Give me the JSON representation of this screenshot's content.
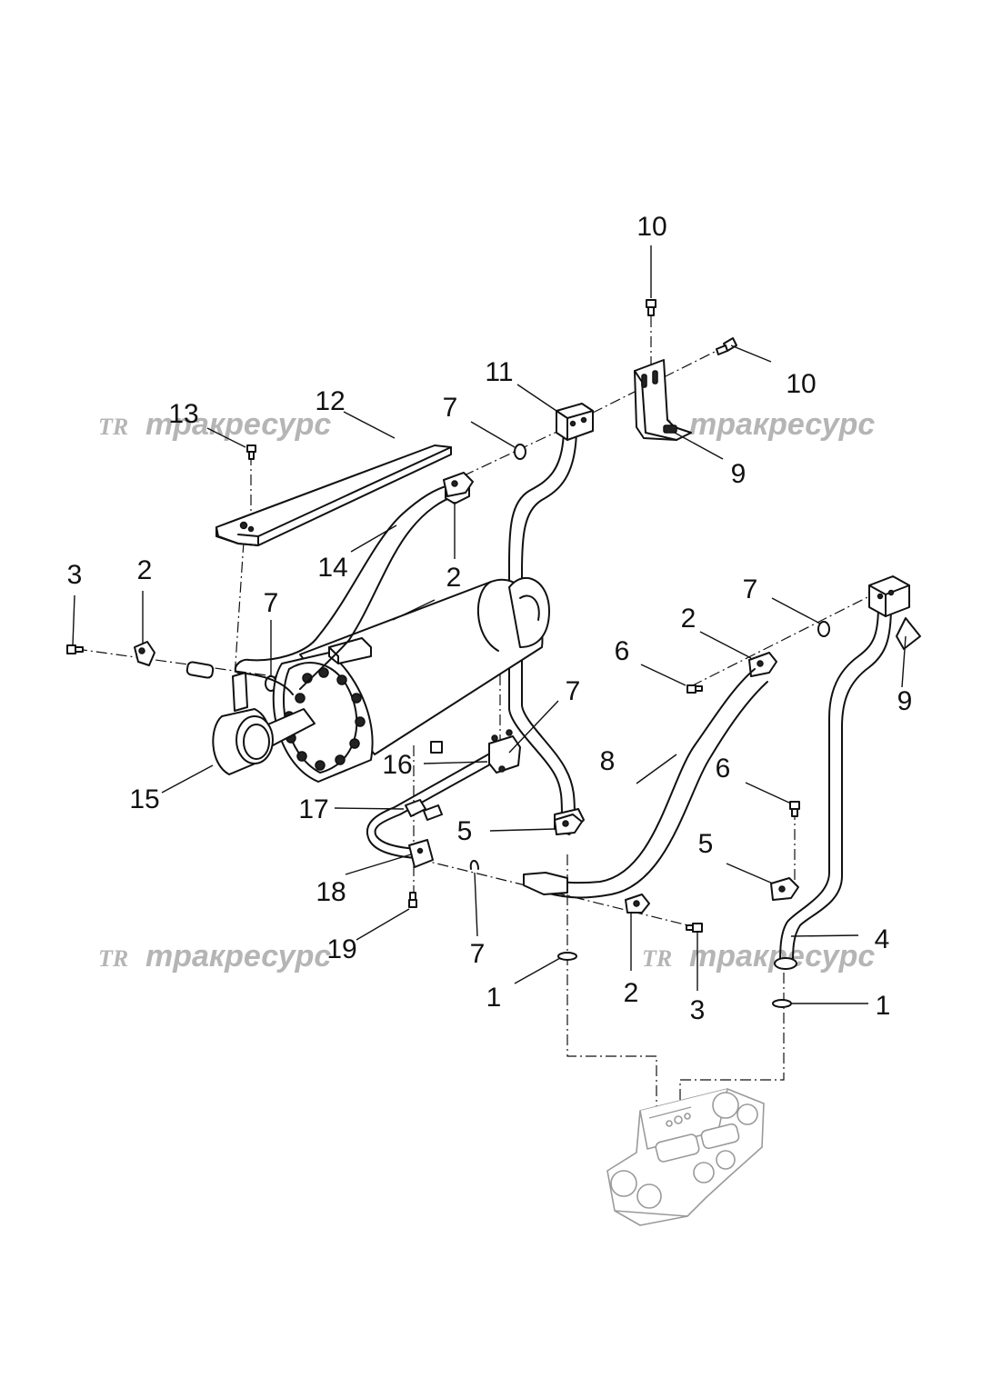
{
  "watermark": {
    "logo": "TR",
    "text": "тракресурс"
  },
  "callouts": {
    "c1a": "1",
    "c1b": "1",
    "c2a": "2",
    "c2b": "2",
    "c2c": "2",
    "c2d": "2",
    "c3a": "3",
    "c3b": "3",
    "c4": "4",
    "c5a": "5",
    "c5b": "5",
    "c6a": "6",
    "c6b": "6",
    "c7a": "7",
    "c7b": "7",
    "c7c": "7",
    "c7d": "7",
    "c7e": "7",
    "c8": "8",
    "c9a": "9",
    "c9b": "9",
    "c10a": "10",
    "c10b": "10",
    "c11": "11",
    "c12": "12",
    "c13": "13",
    "c14": "14",
    "c15": "15",
    "c16": "16",
    "c17": "17",
    "c18": "18",
    "c19": "19"
  }
}
